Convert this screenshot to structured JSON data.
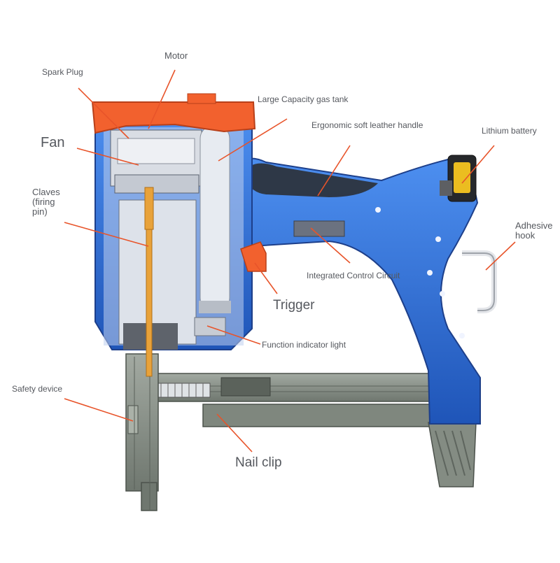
{
  "labels": {
    "motor": "Motor",
    "spark_plug": "Spark Plug",
    "gas_tank": "Large Capacity gas tank",
    "handle": "Ergonomic soft leather handle",
    "battery": "Lithium battery",
    "fan": "Fan",
    "claves_line1": "Claves",
    "claves_line2": "(firing",
    "claves_line3": "pin)",
    "adhesive_line1": "Adhesive",
    "adhesive_line2": "hook",
    "control_circuit": "Integrated Control Circuit",
    "trigger": "Trigger",
    "indicator_light": "Function indicator light",
    "safety_device": "Safety device",
    "nail_clip": "Nail clip"
  },
  "colors": {
    "body_blue": "#2f6fd6",
    "orange_cap": "#f2612e",
    "firing_pin": "#e8a23a",
    "metal_grey": "#8a9288",
    "leader_line": "#e8542a",
    "label_text": "#55585e"
  }
}
